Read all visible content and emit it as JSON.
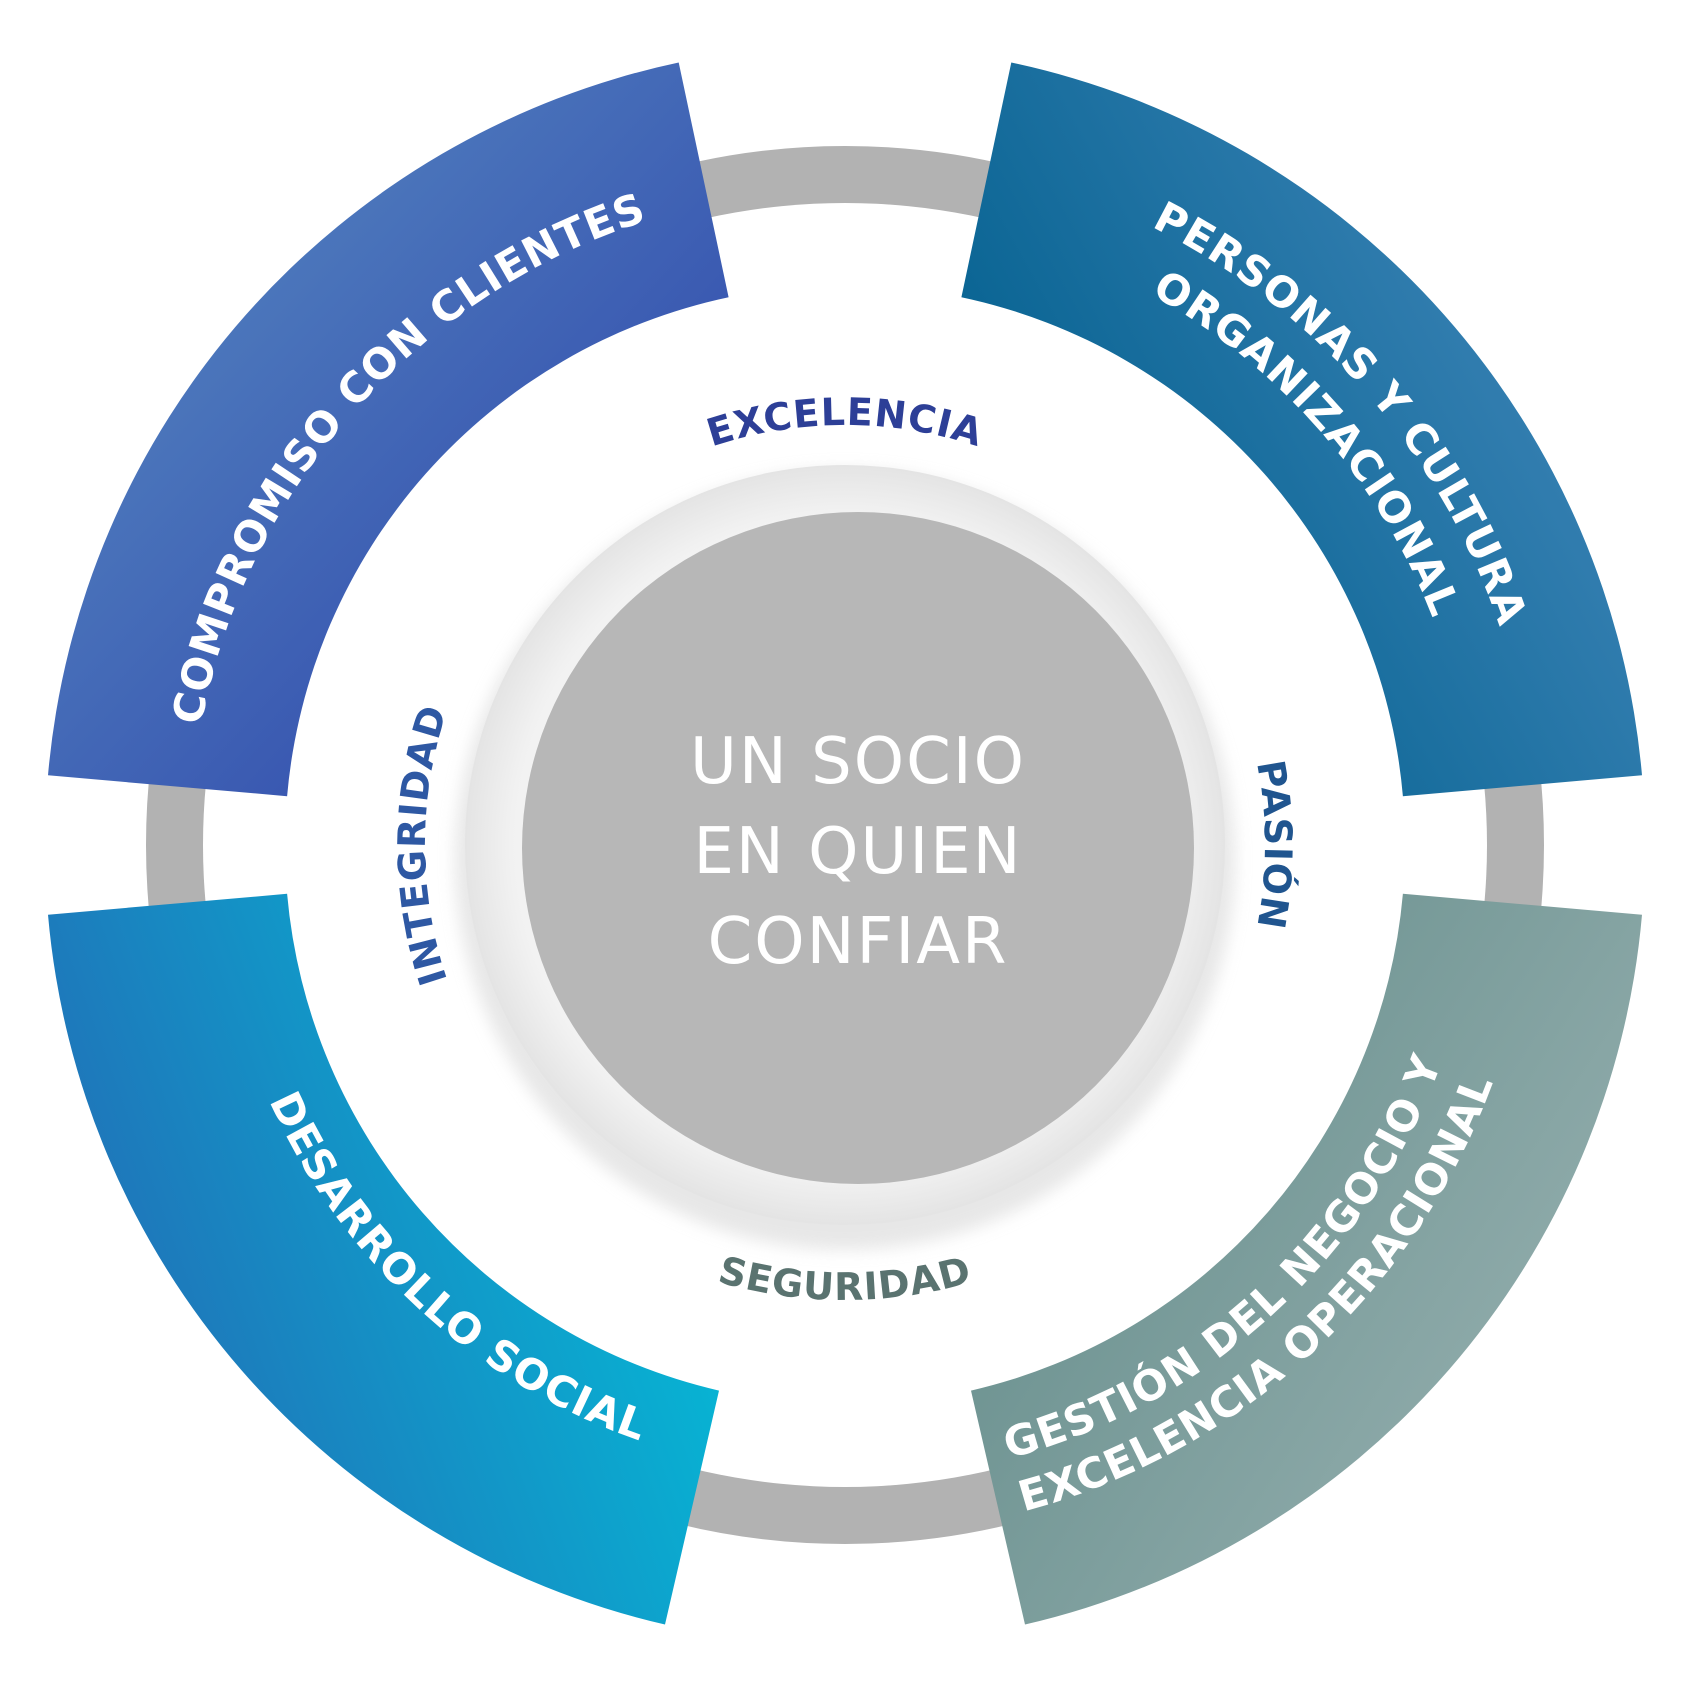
{
  "center": {
    "lines": [
      "UN SOCIO",
      "EN QUIEN",
      "CONFIAR"
    ]
  },
  "segments": [
    {
      "key": "top-left",
      "text": "COMPROMISO CON CLIENTES",
      "lines": [
        "COMPROMISO CON CLIENTES"
      ],
      "colors": [
        "#5a8fc4",
        "#2a3ea8"
      ]
    },
    {
      "key": "top-right",
      "text": "PERSONAS Y CULTURA ORGANIZACIONAL",
      "lines": [
        "PERSONAS Y CULTURA",
        "ORGANIZACIONAL"
      ],
      "colors": [
        "#4a8cc0",
        "#02608e"
      ]
    },
    {
      "key": "bottom-left",
      "text": "DESARROLLO SOCIAL",
      "lines": [
        "DESARROLLO SOCIAL"
      ],
      "colors": [
        "#2468b4",
        "#03bed8"
      ]
    },
    {
      "key": "bottom-right",
      "text": "GESTIÓN DEL NEGOCIO Y EXCELENCIA OPERACIONAL",
      "lines": [
        "GESTIÓN DEL NEGOCIO Y",
        "EXCELENCIA OPERACIONAL"
      ],
      "colors": [
        "#668e8c",
        "#9fb6b6"
      ]
    }
  ],
  "values": [
    {
      "key": "top",
      "text": "EXCELENCIA",
      "color": "#2d3f97"
    },
    {
      "key": "right",
      "text": "PASIÓN",
      "color": "#20558f"
    },
    {
      "key": "bottom",
      "text": "SEGURIDAD",
      "color": "#5a7370"
    },
    {
      "key": "left",
      "text": "INTEGRIDAD",
      "color": "#2e58a3"
    }
  ],
  "ring_color": "#b2b2b2",
  "center_color": "#b7b7b7"
}
